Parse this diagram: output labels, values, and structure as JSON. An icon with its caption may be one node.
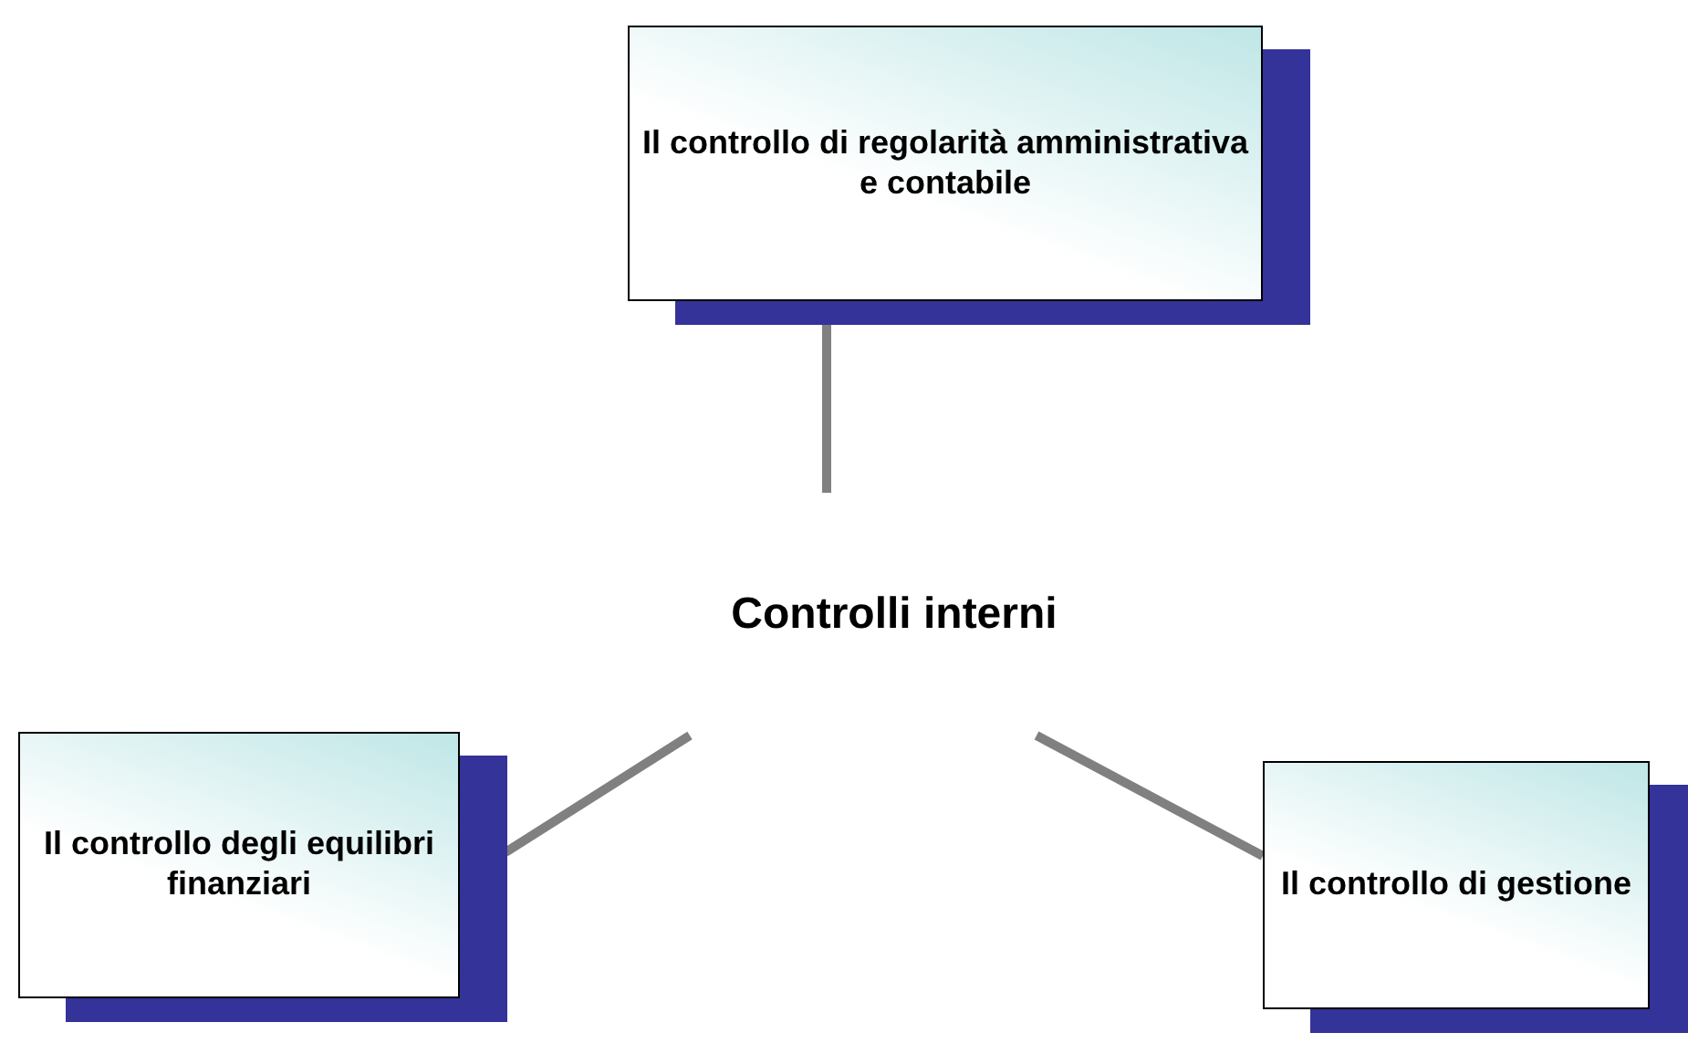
{
  "diagram": {
    "nodes": [
      {
        "text": [
          "Il controllo di regolarità amministrativa e contabile"
        ]
      },
      {
        "text": [
          "Controlli interni"
        ]
      },
      {
        "text": [
          "Il controllo degli equilibri finanziari"
        ]
      },
      {
        "text": [
          "Il controllo di gestione"
        ]
      }
    ],
    "edges": [
      {
        "from": 1,
        "to": 0,
        "arrow": "none"
      },
      {
        "from": 1,
        "to": 2,
        "arrow": "none"
      },
      {
        "from": 1,
        "to": 3,
        "arrow": "none"
      }
    ]
  }
}
